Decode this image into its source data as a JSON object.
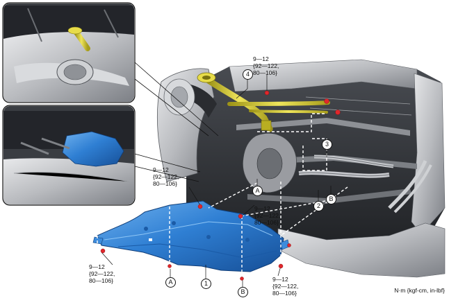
{
  "torques": {
    "t_top": [
      "9—12",
      "{92—122,",
      "80—106}"
    ],
    "t_left": [
      "9—12",
      "{92—122,",
      "80—106}"
    ],
    "t_mid": [
      "9—12",
      "{92—122,",
      "80—106}"
    ],
    "t_lower": [
      "9—12",
      "{92—122,",
      "80—106}"
    ],
    "t_right": [
      "9—12",
      "{92—122,",
      "80—106}"
    ]
  },
  "callouts": {
    "part1": "1",
    "part2": "2",
    "part3": "3",
    "part4": "4",
    "ref_a_top": "A",
    "ref_a_bottom": "A",
    "ref_b_top": "B",
    "ref_b_bottom": "B"
  },
  "units": "N·m {kgf-cm, in-lbf}",
  "colors": {
    "body": "#c4c6ca",
    "dark": "#2b2d31",
    "panel_blue": "#2f7fd3",
    "filler_yellow": "#d8cc36",
    "bolt_red": "#e0272b"
  }
}
